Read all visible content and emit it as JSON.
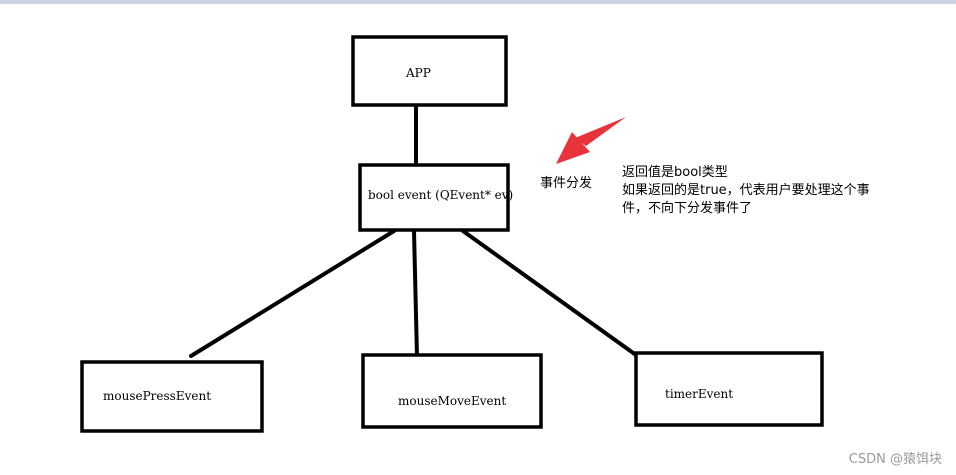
{
  "nodes": {
    "app": "APP",
    "event": "bool event (QEvent* ev)",
    "mouse_press": "mousePressEvent",
    "mouse_move": "mouseMoveEvent",
    "timer": "timerEvent"
  },
  "annotations": {
    "dispatch_label": "事件分发",
    "return_note": [
      "返回值是bool类型",
      "如果返回的是true，代表用户要处理这个事",
      "件，不向下分发事件了"
    ]
  },
  "watermark": "CSDN @猿饵块",
  "colors": {
    "stroke": "#000000",
    "arrow": "#e8333a",
    "watermark": "#9a9a9a",
    "top_border": "#c9d3e3"
  }
}
